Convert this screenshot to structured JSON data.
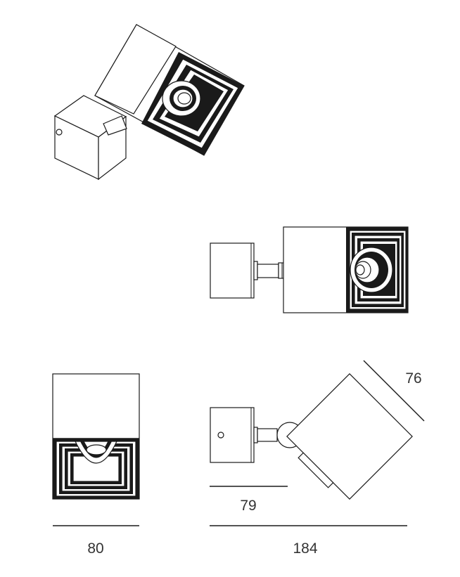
{
  "dimensions": {
    "width": "80",
    "depth_total": "184",
    "depth_body": "79",
    "head_size": "76"
  }
}
